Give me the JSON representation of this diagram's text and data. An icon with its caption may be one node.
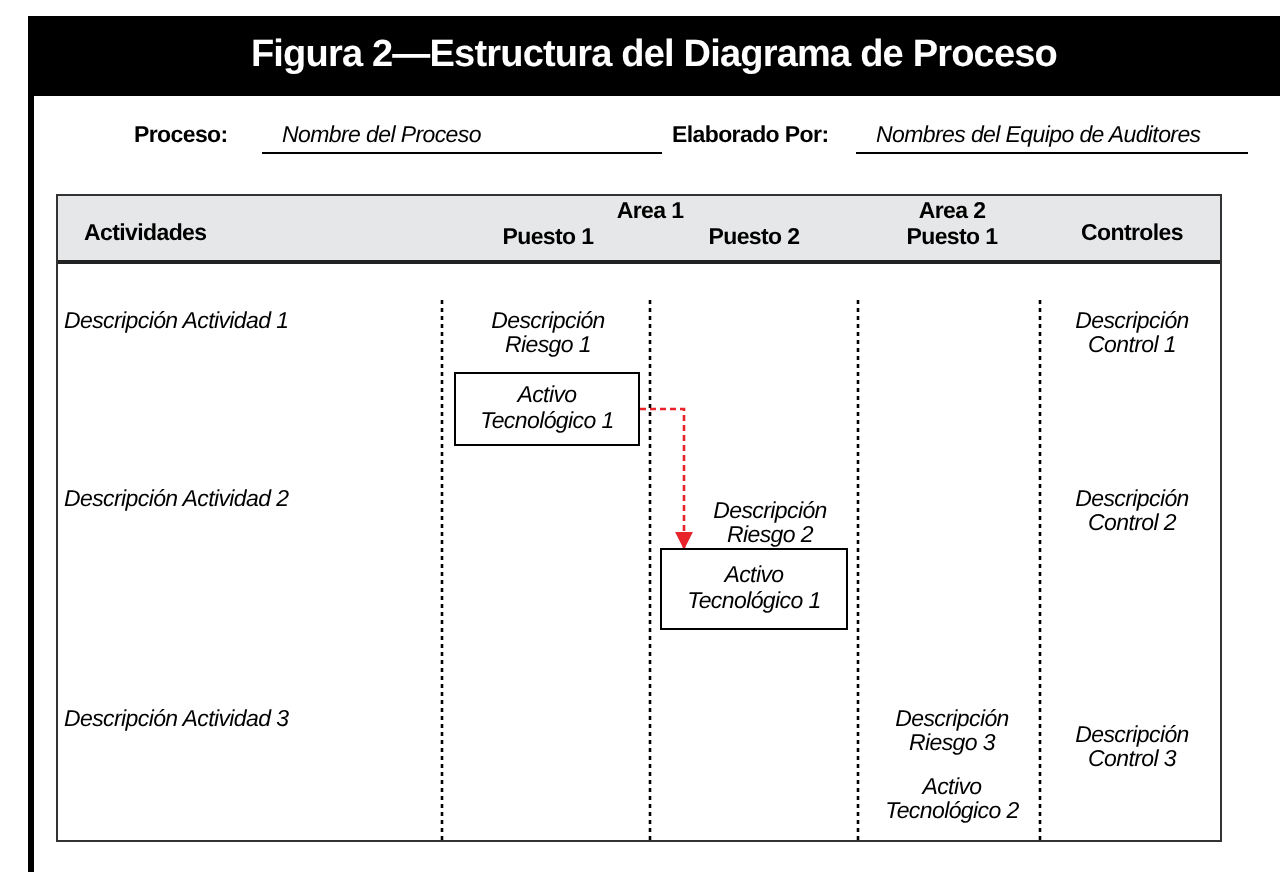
{
  "diagram": {
    "title": "Figura 2—Estructura del Diagrama de Proceso",
    "nodes": [
      {
        "text": [
          "Activo Tecnológico 1"
        ]
      },
      {
        "text": [
          "Activo Tecnológico 1"
        ]
      }
    ],
    "edges": [
      {
        "from": 0,
        "to": 1,
        "arrow": "to",
        "style": "dashed",
        "color": "#e8232a"
      }
    ],
    "labels": [
      "Proceso:",
      "Nombre del Proceso",
      "Elaborado Por:",
      "Nombres del Equipo de Auditores",
      "Actividades",
      "Area 1",
      "Puesto 1",
      "Puesto 2",
      "Area 2",
      "Puesto 1",
      "Controles",
      "Descripción Actividad 1",
      "Descripción Riesgo 1",
      "Descripción Control 1",
      "Descripción Actividad 2",
      "Descripción Riesgo 2",
      "Descripción Control 2",
      "Descripción Actividad 3",
      "Descripción Riesgo 3",
      "Activo Tecnológico 2",
      "Descripción Control 3"
    ]
  }
}
